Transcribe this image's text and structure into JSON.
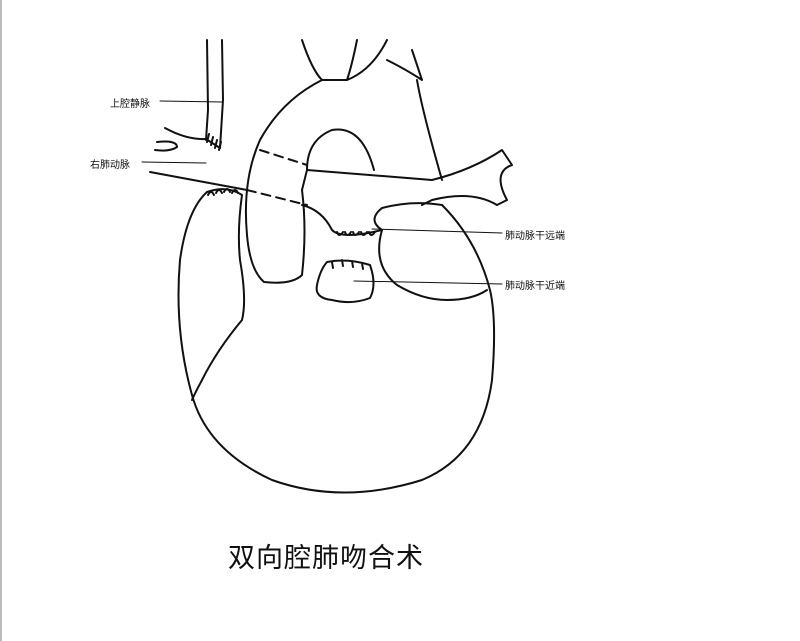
{
  "labels": {
    "svc": "上腔静脉",
    "rpa": "右肺动脉",
    "mpa_distal": "肺动脉干远端",
    "mpa_proximal": "肺动脉干近端"
  },
  "title": "双向腔肺吻合术"
}
